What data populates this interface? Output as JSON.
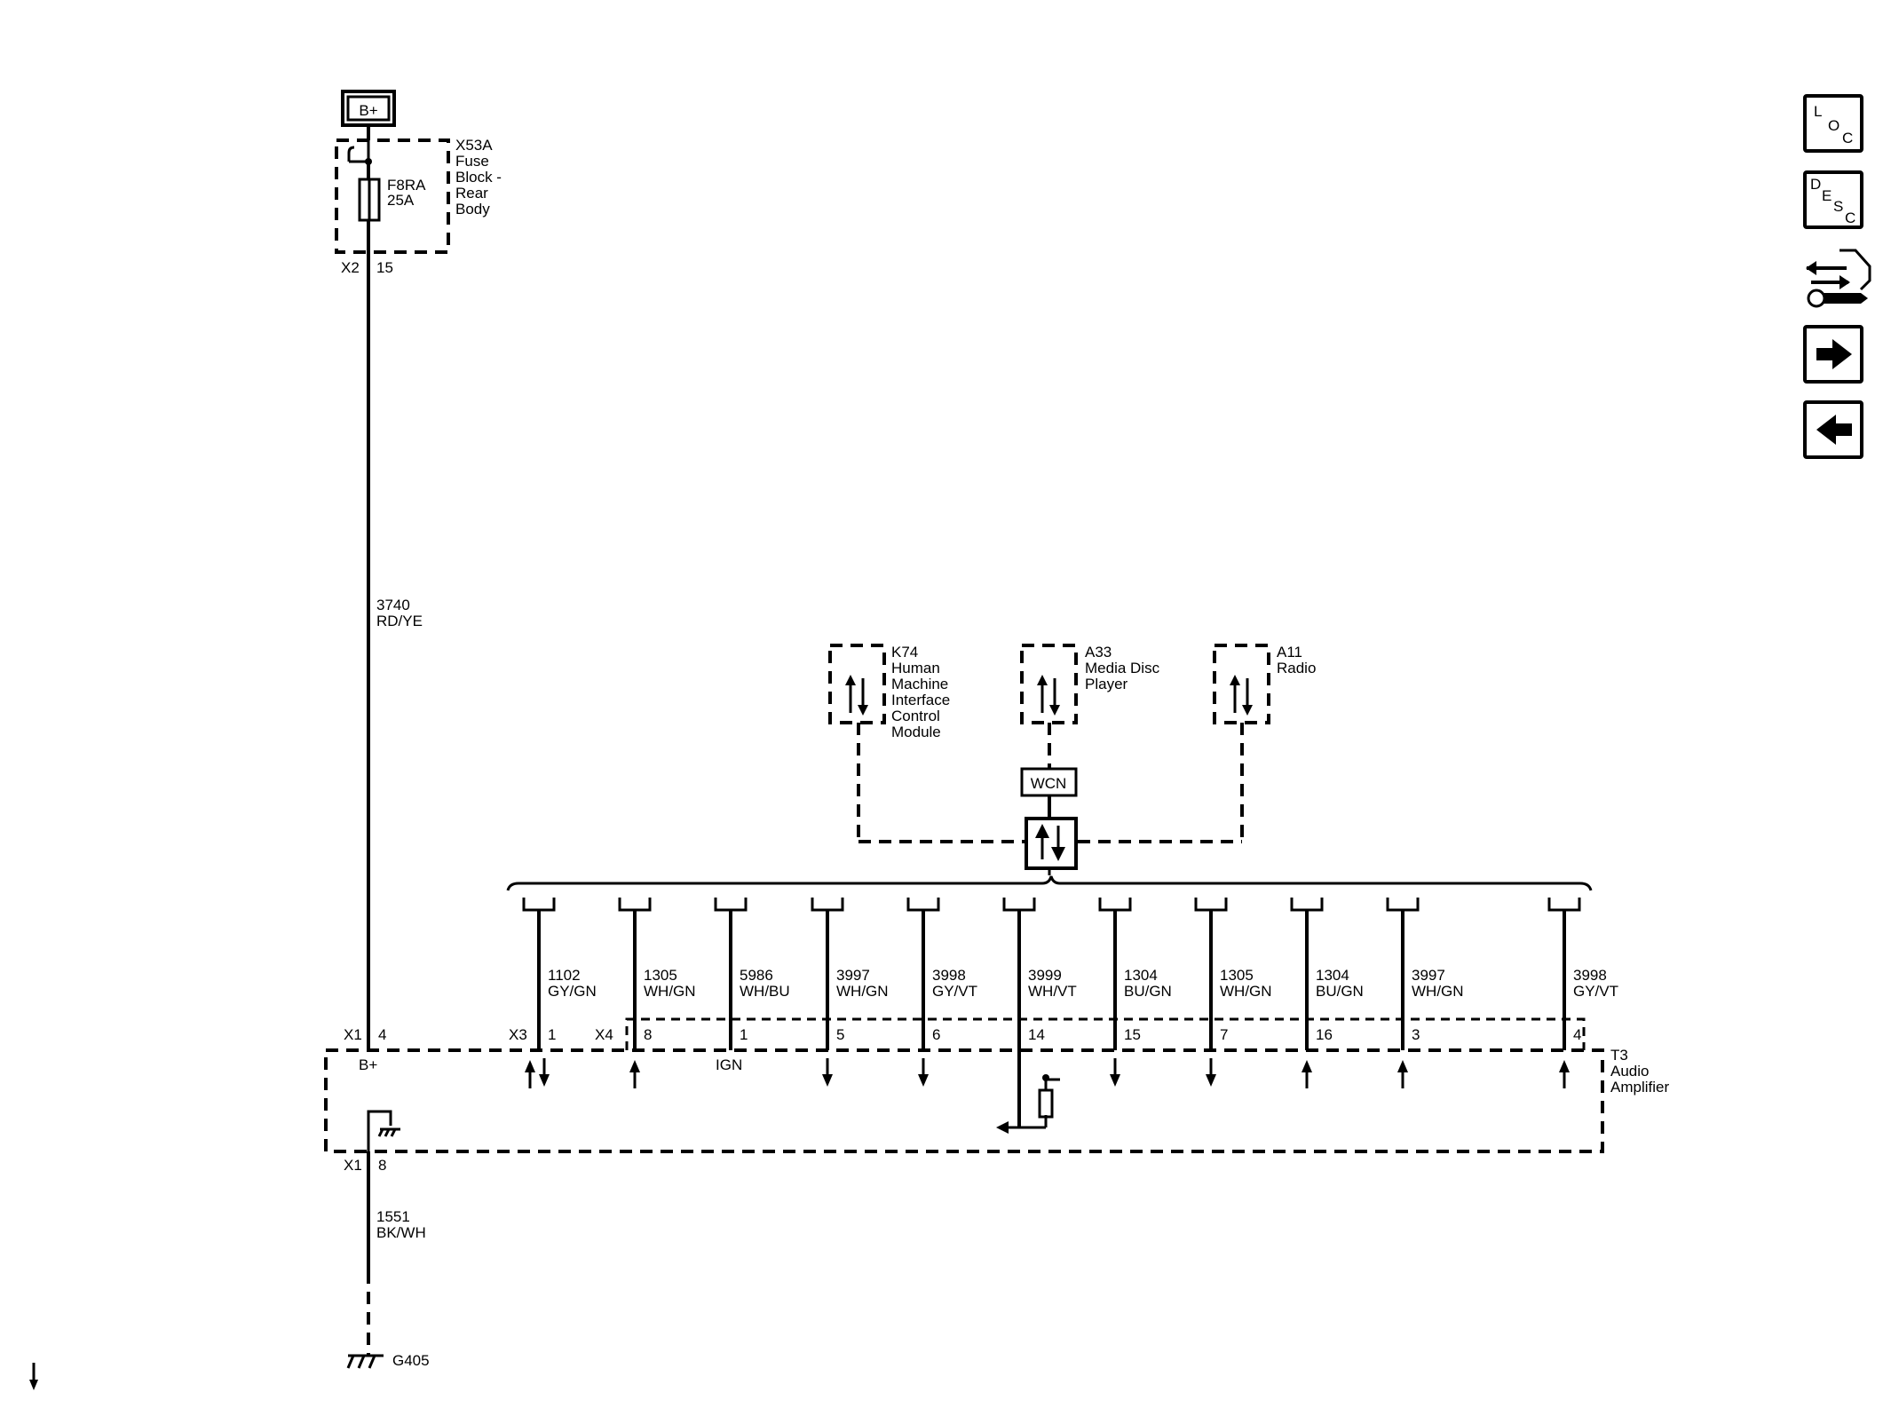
{
  "power": {
    "label": "B+"
  },
  "fuse_block": {
    "name_lines": [
      "X53A",
      "Fuse",
      "Block -",
      "Rear",
      "Body"
    ],
    "fuse_lines": [
      "F8RA",
      "25A"
    ],
    "connector": "X2",
    "pin": "15"
  },
  "feed_wire": {
    "circuit": "3740",
    "color": "RD/YE"
  },
  "modules": [
    {
      "id": "k74",
      "lines": [
        "K74",
        "Human",
        "Machine",
        "Interface",
        "Control",
        "Module"
      ]
    },
    {
      "id": "a33",
      "lines": [
        "A33",
        "Media Disc",
        "Player"
      ]
    },
    {
      "id": "a11",
      "lines": [
        "A11",
        "Radio"
      ]
    }
  ],
  "splice": {
    "label": "WCN"
  },
  "amplifier": {
    "name_lines": [
      "T3",
      "Audio",
      "Amplifier"
    ],
    "power_connector": "X1",
    "power_pin": "4",
    "power_label": "B+",
    "ground_connector": "X1",
    "ground_pin": "8",
    "connector_x3": "X3",
    "connector_x4": "X4",
    "ign_label": "IGN"
  },
  "signal_wires": [
    {
      "circuit": "1102",
      "color": "GY/GN",
      "pin": "1",
      "dir": "both"
    },
    {
      "circuit": "1305",
      "color": "WH/GN",
      "pin": "8",
      "dir": "up"
    },
    {
      "circuit": "5986",
      "color": "WH/BU",
      "pin": "1",
      "dir": "none"
    },
    {
      "circuit": "3997",
      "color": "WH/GN",
      "pin": "5",
      "dir": "down"
    },
    {
      "circuit": "3998",
      "color": "GY/VT",
      "pin": "6",
      "dir": "down"
    },
    {
      "circuit": "3999",
      "color": "WH/VT",
      "pin": "14",
      "dir": "ground-load"
    },
    {
      "circuit": "1304",
      "color": "BU/GN",
      "pin": "15",
      "dir": "down"
    },
    {
      "circuit": "1305",
      "color": "WH/GN",
      "pin": "7",
      "dir": "down"
    },
    {
      "circuit": "1304",
      "color": "BU/GN",
      "pin": "16",
      "dir": "up"
    },
    {
      "circuit": "3997",
      "color": "WH/GN",
      "pin": "3",
      "dir": "up"
    },
    {
      "circuit": "3998",
      "color": "GY/VT",
      "pin": "4",
      "dir": "up"
    }
  ],
  "ground_wire": {
    "circuit": "1551",
    "color": "BK/WH"
  },
  "ground": {
    "label": "G405"
  },
  "nav": [
    {
      "id": "loc",
      "label": "L O C",
      "icon": "loc-icon"
    },
    {
      "id": "desc",
      "label": "D E S C",
      "icon": "desc-icon"
    },
    {
      "id": "repair",
      "icon": "connector-repair-icon"
    },
    {
      "id": "next",
      "icon": "arrow-right-icon"
    },
    {
      "id": "prev",
      "icon": "arrow-left-icon"
    }
  ]
}
